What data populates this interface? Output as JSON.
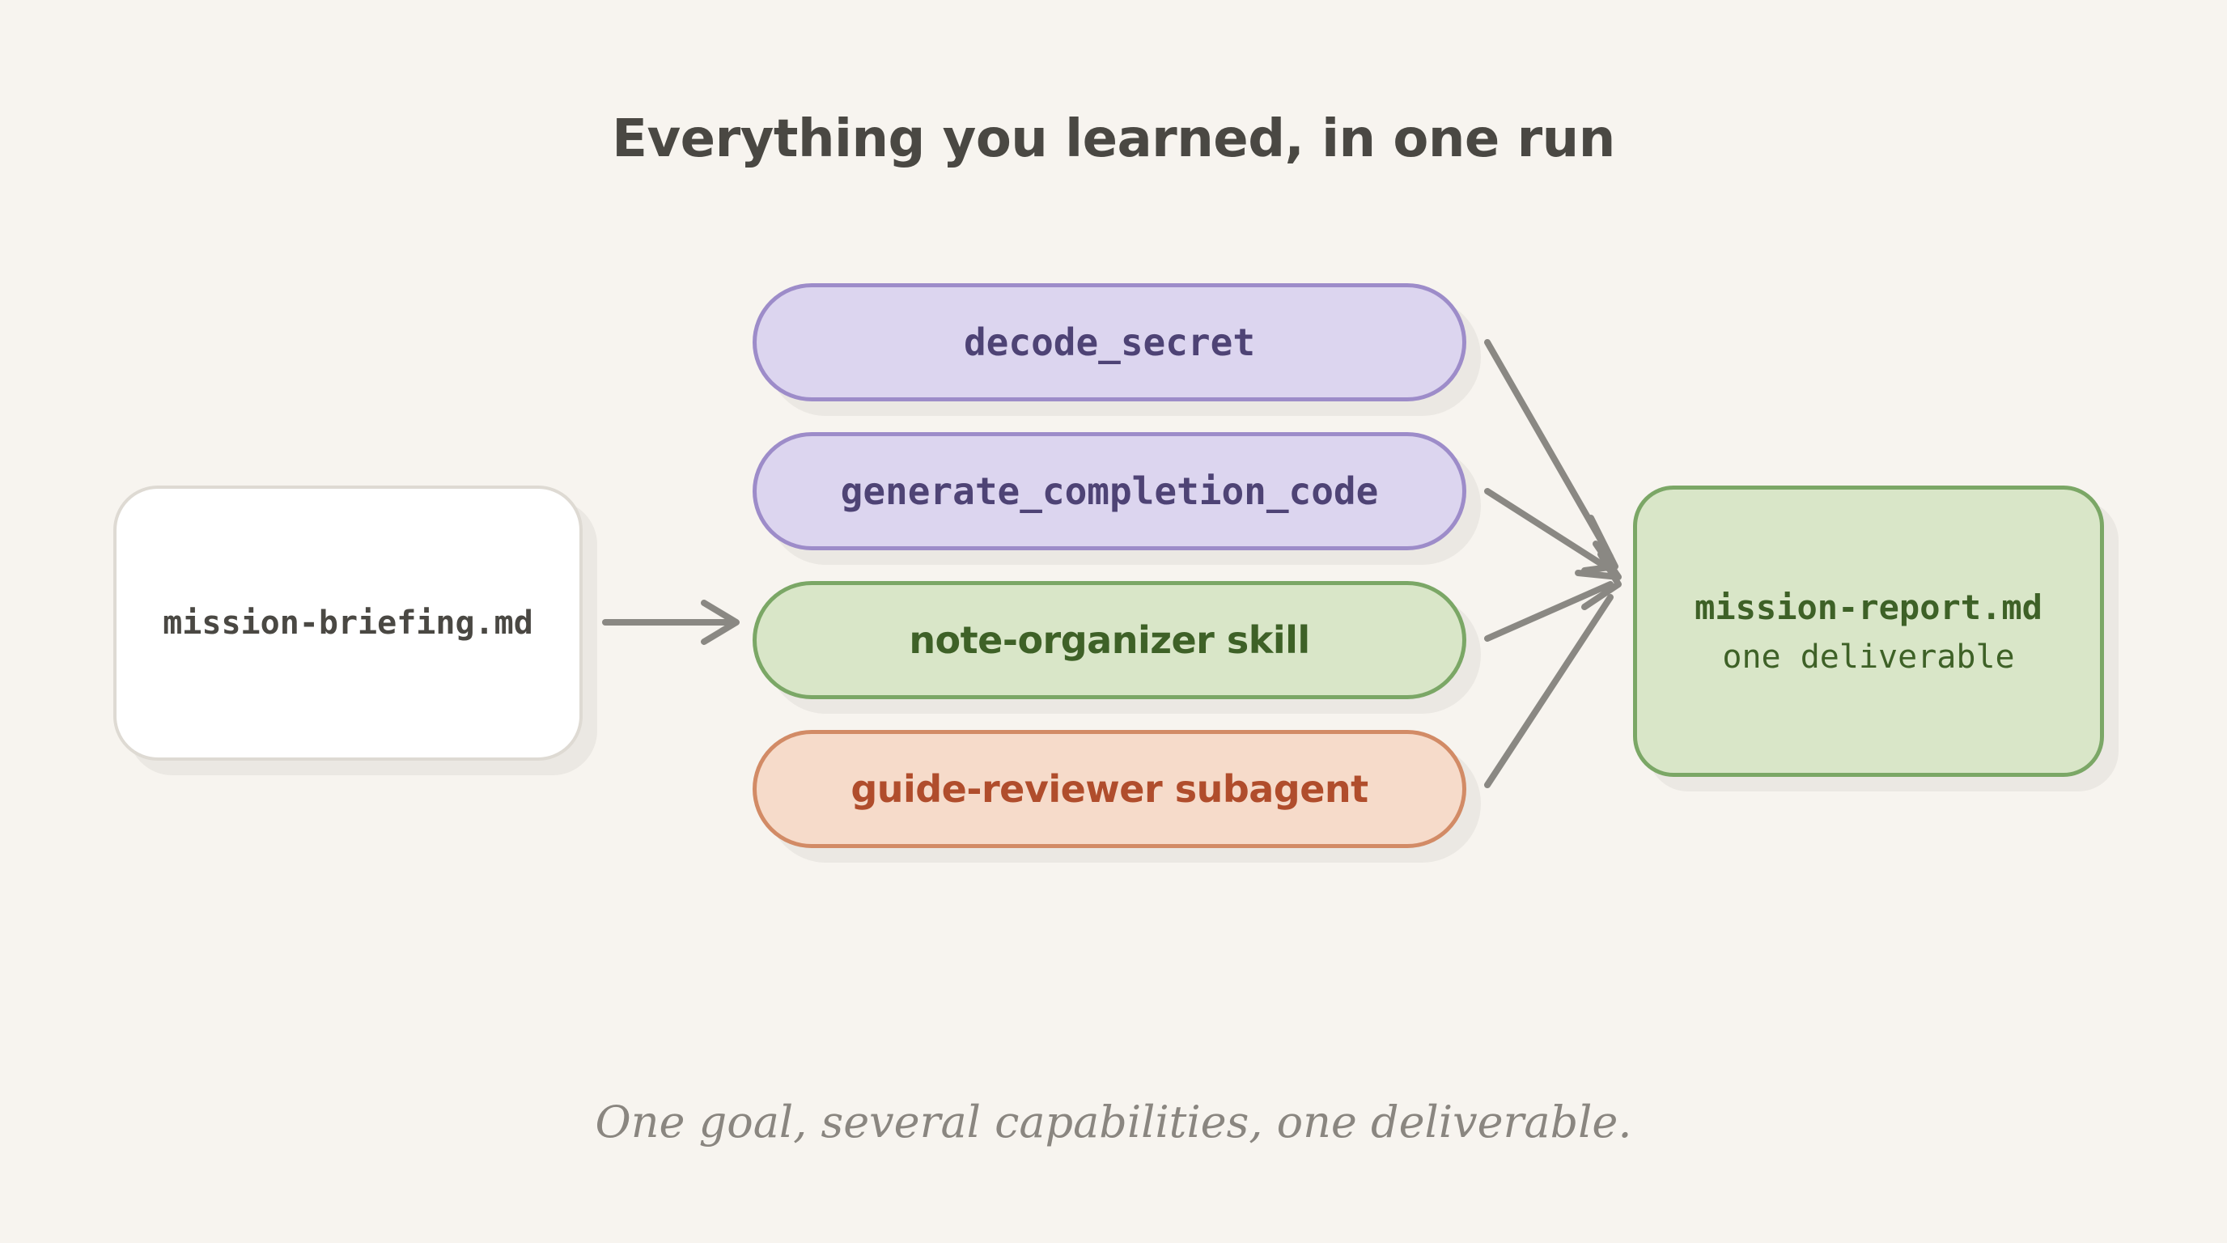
{
  "title": "Everything you learned, in one run",
  "input": {
    "label": "mission-briefing.md"
  },
  "capabilities": [
    {
      "label": "decode_secret",
      "style": "tool"
    },
    {
      "label": "generate_completion_code",
      "style": "tool"
    },
    {
      "label": "note-organizer skill",
      "style": "skill"
    },
    {
      "label": "guide-reviewer subagent",
      "style": "subagent"
    }
  ],
  "output": {
    "label": "mission-report.md",
    "sublabel": "one deliverable"
  },
  "caption": "One goal, several capabilities, one deliverable.",
  "colors": {
    "background": "#f7f4ef",
    "tool_fill": "#dcd5ef",
    "tool_border": "#9d8cc9",
    "tool_text": "#4e4375",
    "skill_fill": "#d9e6c8",
    "skill_border": "#7ba766",
    "skill_text": "#3e6127",
    "subagent_fill": "#f6dbca",
    "subagent_border": "#d28b66",
    "subagent_text": "#b04d2c",
    "arrow": "#8a8883"
  }
}
